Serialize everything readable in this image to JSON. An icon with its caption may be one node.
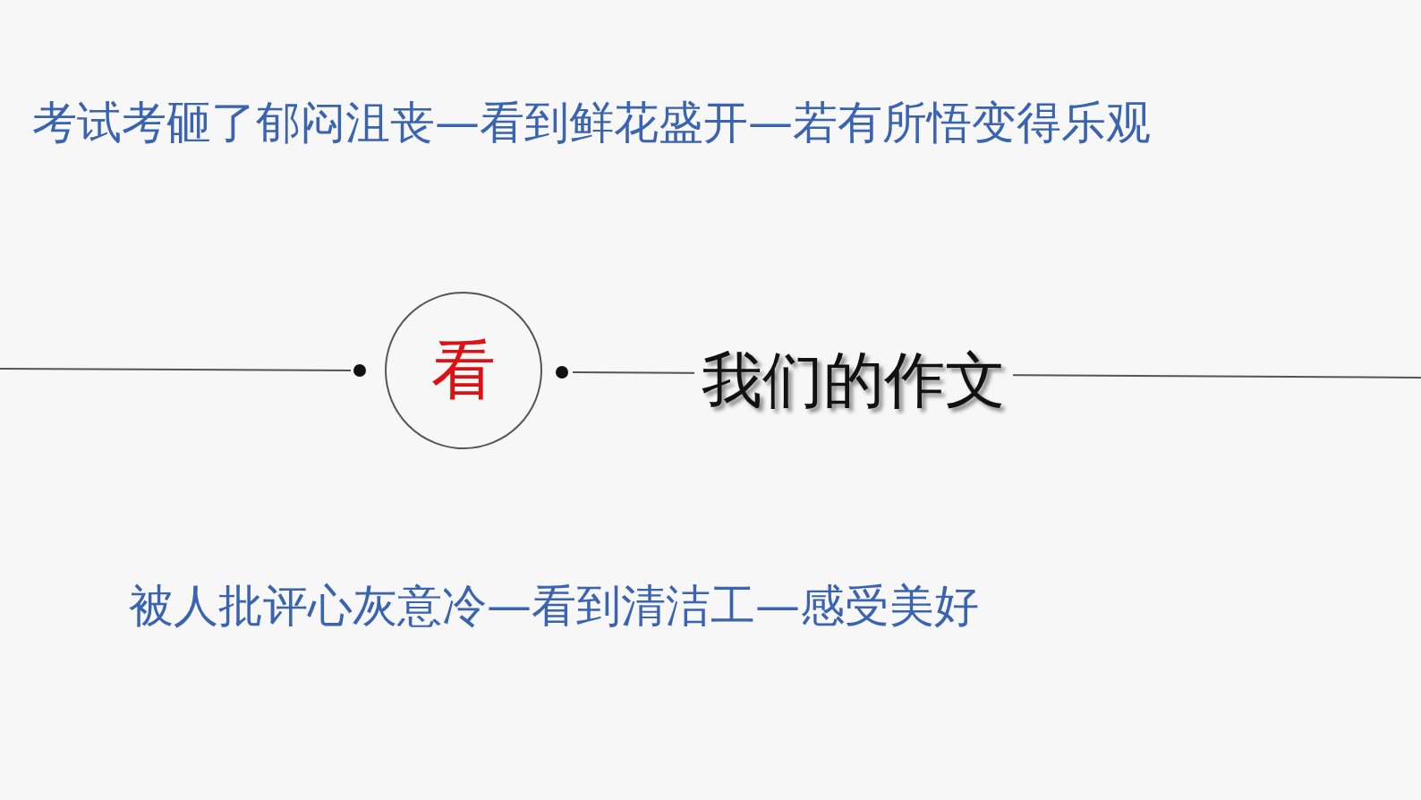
{
  "diagram": {
    "nodes": [
      {
        "text": [
          "看"
        ]
      }
    ],
    "labels": [
      "考试考砸了郁闷沮丧—看到鲜花盛开—若有所悟变得乐观",
      "我们的作文",
      "被人批评心灰意冷—看到清洁工—感受美好"
    ]
  }
}
